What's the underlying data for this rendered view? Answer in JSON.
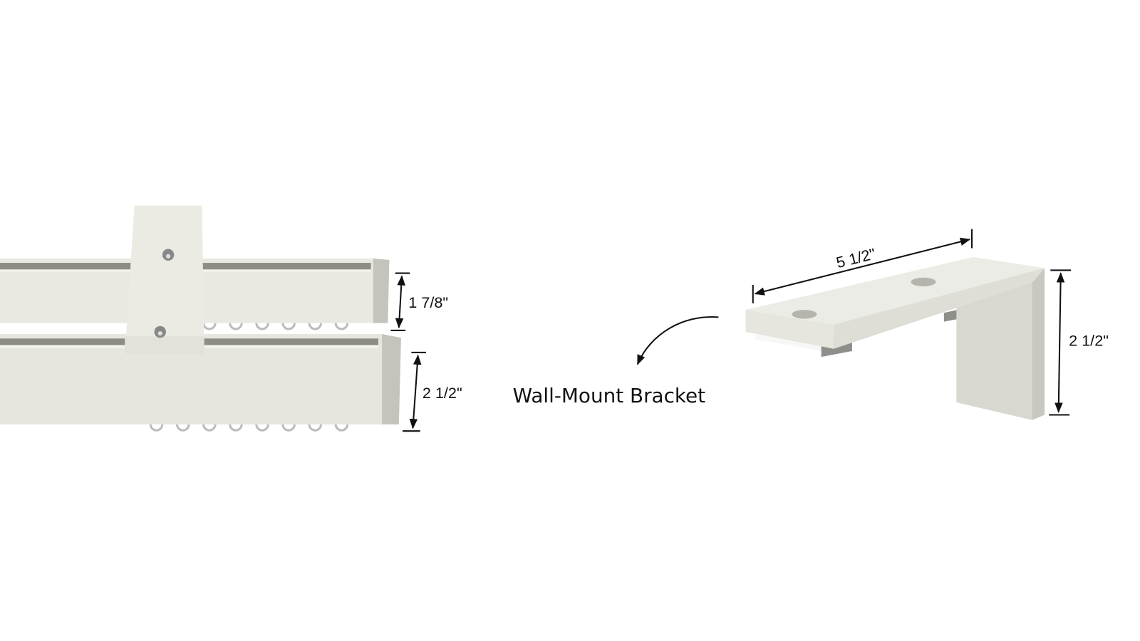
{
  "rail_diagram": {
    "small_rail_height": "1 7/8\"",
    "large_rail_height": "2 1/2\""
  },
  "bracket_diagram": {
    "label": "Wall-Mount Bracket",
    "depth": "5 1/2\"",
    "height": "2 1/2\""
  },
  "colors": {
    "rail": "#e9e9e1",
    "endcap": "#c4c4bc",
    "channel": "#8d8d86",
    "dimension_line": "#111111"
  }
}
